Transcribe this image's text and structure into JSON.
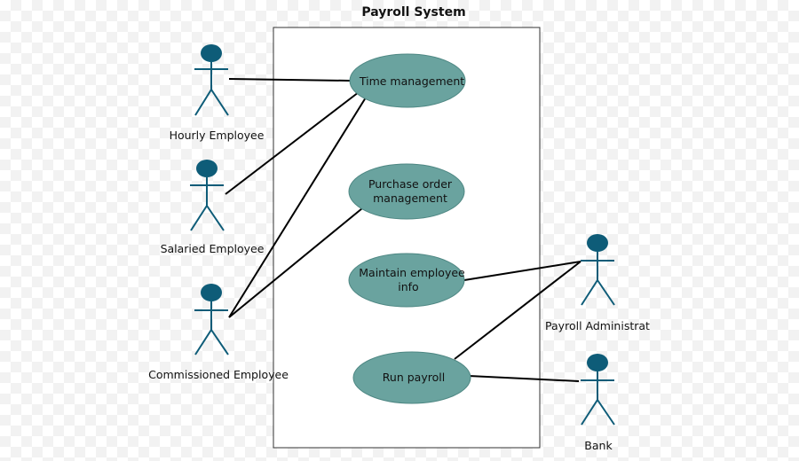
{
  "system": {
    "title": "Payroll System"
  },
  "actors": [
    {
      "id": "hourly",
      "label": "Hourly Employee"
    },
    {
      "id": "salaried",
      "label": "Salaried Employee"
    },
    {
      "id": "commissioned",
      "label": "Commissioned Employee"
    },
    {
      "id": "payroll-admin",
      "label": "Payroll Administrat"
    },
    {
      "id": "bank",
      "label": "Bank"
    }
  ],
  "use_cases": [
    {
      "id": "time-management",
      "lines": [
        "Time management"
      ]
    },
    {
      "id": "purchase-order",
      "lines": [
        "Purchase order",
        "management"
      ]
    },
    {
      "id": "maintain-employee",
      "lines": [
        "Maintain employee",
        "info"
      ]
    },
    {
      "id": "run-payroll",
      "lines": [
        "Run payroll"
      ]
    }
  ],
  "colors": {
    "use_case_fill": "#6aa39f",
    "actor": "#0e5c78"
  }
}
